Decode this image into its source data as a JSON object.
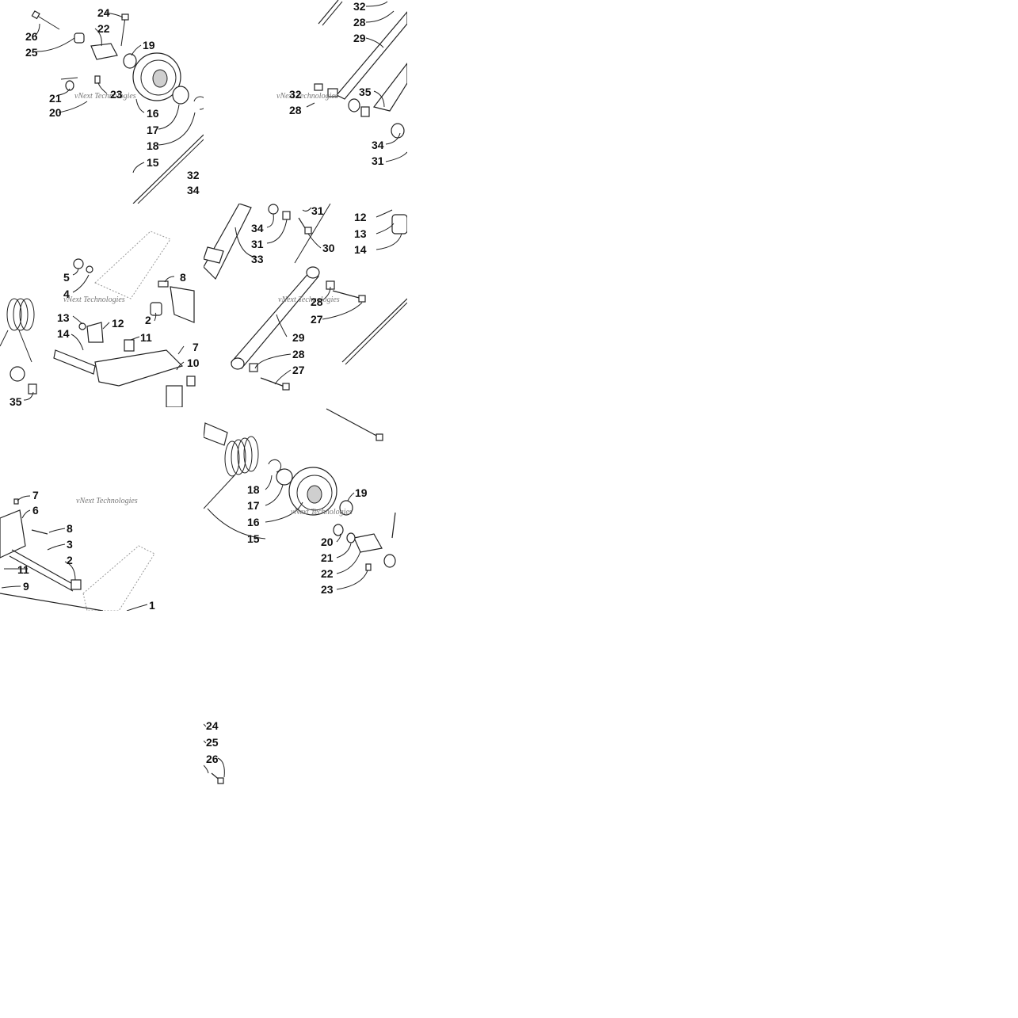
{
  "watermark": "vNext Technologies",
  "tiles": [
    {
      "id": "t00",
      "labels": [
        {
          "id": "l24",
          "text": "24"
        },
        {
          "id": "l26",
          "text": "26"
        },
        {
          "id": "l22",
          "text": "22"
        },
        {
          "id": "l25",
          "text": "25"
        },
        {
          "id": "l19",
          "text": "19"
        },
        {
          "id": "l21",
          "text": "21"
        },
        {
          "id": "l23",
          "text": "23"
        },
        {
          "id": "l20",
          "text": "20"
        },
        {
          "id": "l16",
          "text": "16"
        },
        {
          "id": "l17",
          "text": "17"
        },
        {
          "id": "l18",
          "text": "18"
        },
        {
          "id": "l15",
          "text": "15"
        },
        {
          "id": "l32",
          "text": "32"
        },
        {
          "id": "l34",
          "text": "34"
        }
      ]
    },
    {
      "id": "t01",
      "labels": [
        {
          "id": "l32a",
          "text": "32"
        },
        {
          "id": "l28a",
          "text": "28"
        },
        {
          "id": "l29",
          "text": "29"
        },
        {
          "id": "l32b",
          "text": "32"
        },
        {
          "id": "l35",
          "text": "35"
        },
        {
          "id": "l28b",
          "text": "28"
        },
        {
          "id": "l34",
          "text": "34"
        },
        {
          "id": "l31",
          "text": "31"
        }
      ]
    },
    {
      "id": "t10",
      "labels": [
        {
          "id": "l5",
          "text": "5"
        },
        {
          "id": "l8",
          "text": "8"
        },
        {
          "id": "l4",
          "text": "4"
        },
        {
          "id": "l2",
          "text": "2"
        },
        {
          "id": "l13",
          "text": "13"
        },
        {
          "id": "l12",
          "text": "12"
        },
        {
          "id": "l14",
          "text": "14"
        },
        {
          "id": "l11",
          "text": "11"
        },
        {
          "id": "l7",
          "text": "7"
        },
        {
          "id": "l10",
          "text": "10"
        },
        {
          "id": "l35",
          "text": "35"
        }
      ]
    },
    {
      "id": "t11",
      "labels": [
        {
          "id": "l31a",
          "text": "31"
        },
        {
          "id": "l12",
          "text": "12"
        },
        {
          "id": "l34",
          "text": "34"
        },
        {
          "id": "l13",
          "text": "13"
        },
        {
          "id": "l31b",
          "text": "31"
        },
        {
          "id": "l30",
          "text": "30"
        },
        {
          "id": "l14",
          "text": "14"
        },
        {
          "id": "l33",
          "text": "33"
        },
        {
          "id": "l28a",
          "text": "28"
        },
        {
          "id": "l27a",
          "text": "27"
        },
        {
          "id": "l29",
          "text": "29"
        },
        {
          "id": "l28b",
          "text": "28"
        },
        {
          "id": "l27b",
          "text": "27"
        }
      ]
    },
    {
      "id": "t20",
      "labels": [
        {
          "id": "l7",
          "text": "7"
        },
        {
          "id": "l6",
          "text": "6"
        },
        {
          "id": "l8",
          "text": "8"
        },
        {
          "id": "l3",
          "text": "3"
        },
        {
          "id": "l2",
          "text": "2"
        },
        {
          "id": "l11",
          "text": "11"
        },
        {
          "id": "l9",
          "text": "9"
        },
        {
          "id": "l1",
          "text": "1"
        }
      ]
    },
    {
      "id": "t21",
      "labels": [
        {
          "id": "l19",
          "text": "19"
        },
        {
          "id": "l18",
          "text": "18"
        },
        {
          "id": "l17",
          "text": "17"
        },
        {
          "id": "l16",
          "text": "16"
        },
        {
          "id": "l15",
          "text": "15"
        },
        {
          "id": "l20",
          "text": "20"
        },
        {
          "id": "l21",
          "text": "21"
        },
        {
          "id": "l22",
          "text": "22"
        },
        {
          "id": "l23",
          "text": "23"
        }
      ]
    },
    {
      "id": "t31",
      "labels": [
        {
          "id": "l24",
          "text": "24"
        },
        {
          "id": "l25",
          "text": "25"
        },
        {
          "id": "l26",
          "text": "26"
        }
      ]
    }
  ]
}
